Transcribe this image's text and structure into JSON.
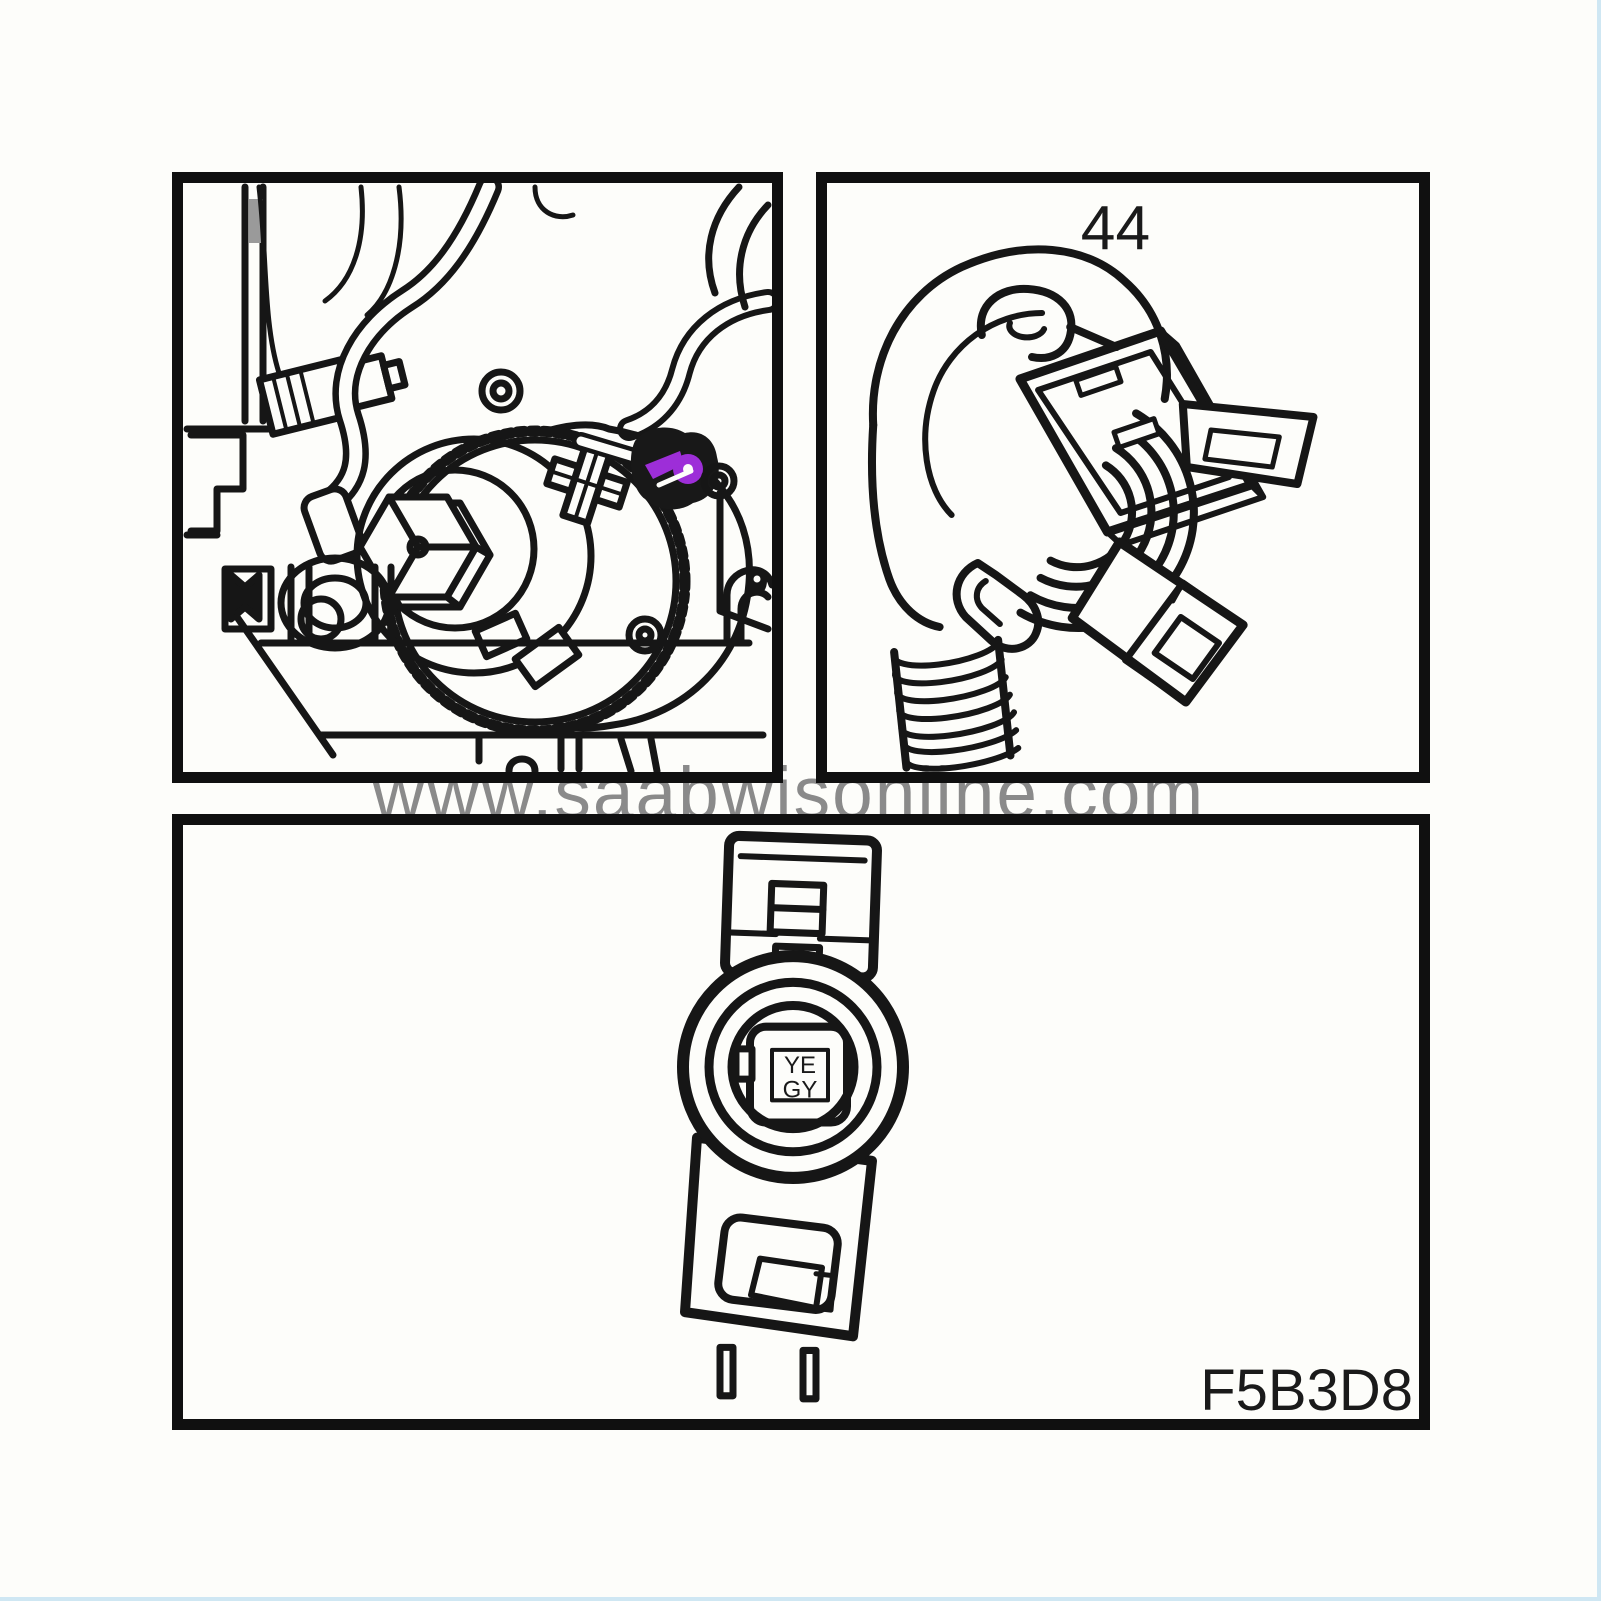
{
  "page": {
    "background_color": "#fdfdfa",
    "line_color": "#161616",
    "edge_tint_color": "#cfe7f3"
  },
  "watermark": {
    "text": "www.saabwisonline.com",
    "color": "#8a8a8a"
  },
  "figure": {
    "callout_label": "44",
    "code": "F5B3D8",
    "wire_marking": {
      "line1": "YE",
      "line2": "GY"
    },
    "highlight_color": "#9d2ed8"
  }
}
